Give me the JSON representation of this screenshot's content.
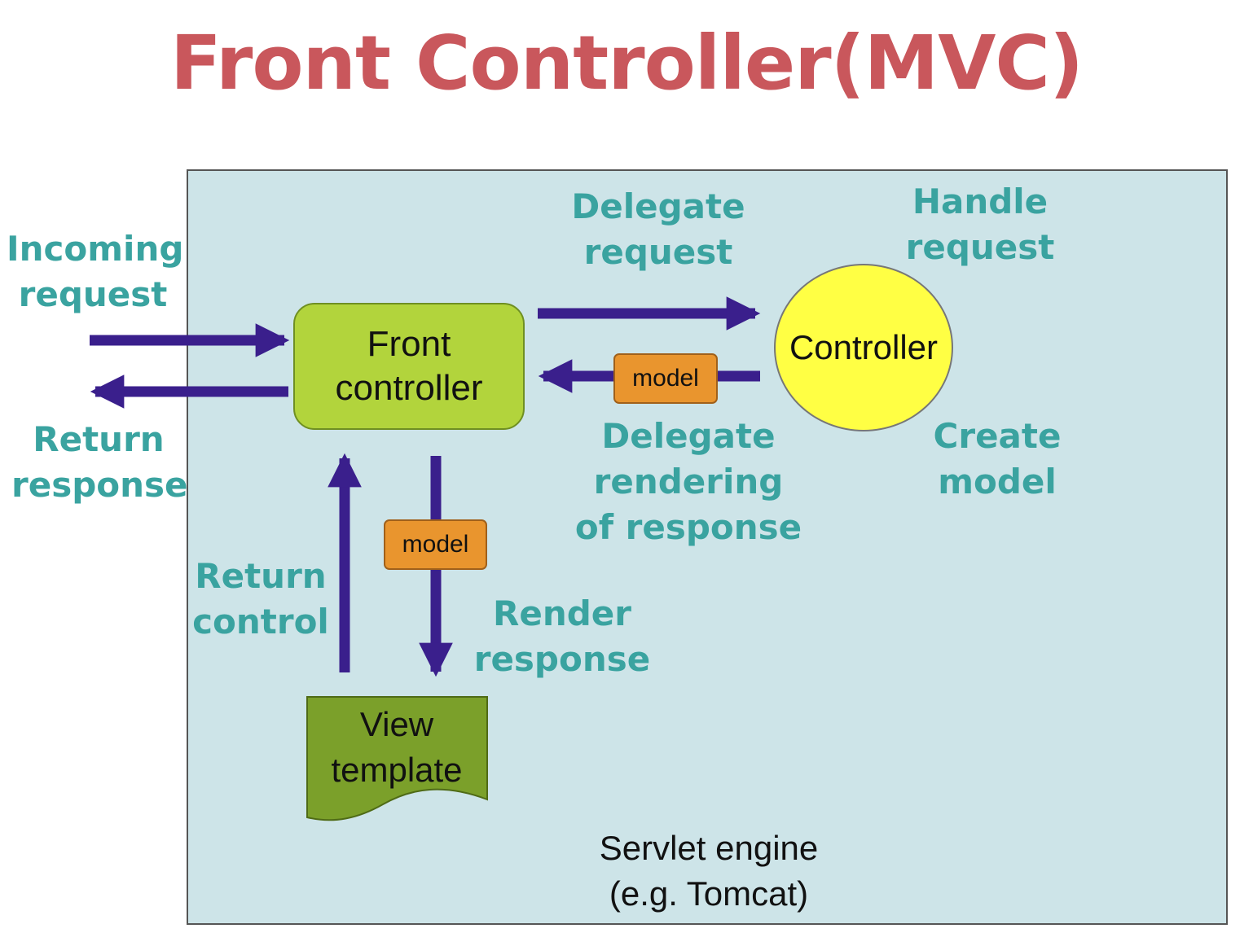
{
  "title": "Front Controller(MVC)",
  "labels": {
    "incoming_request": [
      "Incoming",
      "request"
    ],
    "return_response": [
      "Return",
      "response"
    ],
    "delegate_request": [
      "Delegate",
      "request"
    ],
    "handle_request": [
      "Handle",
      "request"
    ],
    "delegate_rendering": [
      "Delegate",
      "rendering",
      "of response"
    ],
    "create_model": [
      "Create",
      "model"
    ],
    "return_control": [
      "Return",
      "control"
    ],
    "render_response": [
      "Render",
      "response"
    ]
  },
  "nodes": {
    "front_controller": [
      "Front",
      "controller"
    ],
    "controller": "Controller",
    "view_template": [
      "View",
      "template"
    ],
    "servlet_engine": [
      "Servlet engine",
      "(e.g. Tomcat)"
    ]
  },
  "model_tags": {
    "top": "model",
    "bottom": "model"
  },
  "colors": {
    "title": "#c9575c",
    "label": "#3aa3a0",
    "arrow": "#3a1f8c",
    "engine_bg": "#cde4e8",
    "front_controller": "#b2d43c",
    "controller": "#ffff44",
    "model_tag": "#e9952e",
    "view_template": "#7ba02a"
  }
}
